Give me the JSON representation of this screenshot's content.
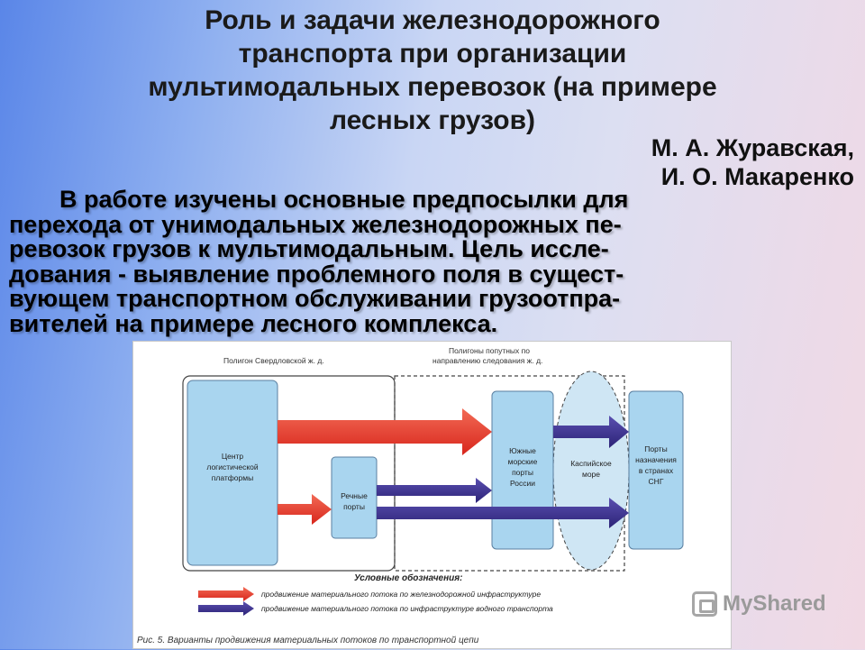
{
  "slide": {
    "title_lines": [
      "Роль и задачи  железнодорожного",
      "транспорта при организации",
      "мультимодальных перевозок (на примере",
      "лесных грузов)"
    ],
    "authors": [
      "М. А. Журавская,",
      "И. О. Макаренко"
    ],
    "abstract_lines": [
      "В работе изучены основные предпосылки для",
      "перехода от унимодальных железнодорожных пе-",
      "ревозок грузов к мультимодальным. Цель иссле-",
      "дования - выявление проблемного поля в сущест-",
      "вующем транспортном обслуживании грузоотпра-",
      "вителей на примере лесного комплекса."
    ]
  },
  "figure": {
    "region_sverdlovsk": "Полигон Свердловской ж. д.",
    "region_passing_line1": "Полигоны попутных по",
    "region_passing_line2": "направлению следования ж. д.",
    "logistics_center": [
      "Центр",
      "логистической",
      "платформы"
    ],
    "river_ports": [
      "Речные",
      "порты"
    ],
    "southern_ports": [
      "Южные",
      "морские",
      "порты",
      "России"
    ],
    "caspian": [
      "Каспийское",
      "море"
    ],
    "destination_ports": [
      "Порты",
      "назначения",
      "в странах",
      "СНГ"
    ],
    "legend_title": "Условные обозначения:",
    "legend_rail": "продвижение материального потока по железнодорожной инфраструктуре",
    "legend_water": "продвижение материального потока по инфраструктуре водного транспорта",
    "caption": "Рис. 5. Варианты продвижения материальных потоков по транспортной цепи",
    "colors": {
      "rail_arrow": "#e8342a",
      "water_arrow": "#3b2f8f",
      "box_fill": "#a9d5ef",
      "caspian_fill": "#cfe6f4"
    }
  },
  "watermark": {
    "text": "MyShared"
  }
}
